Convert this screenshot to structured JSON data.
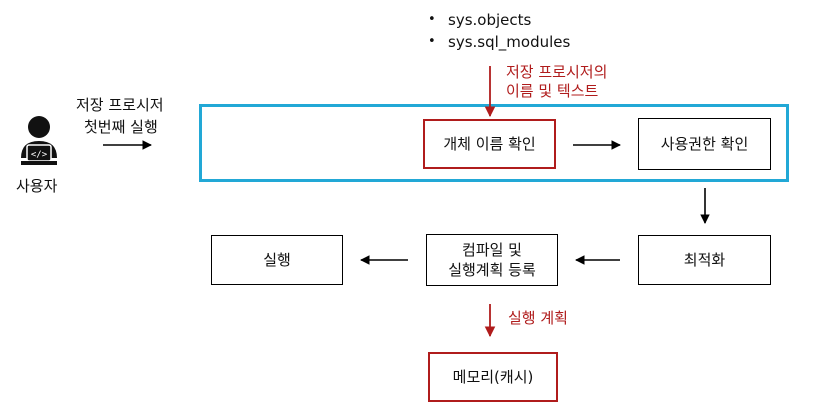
{
  "user": {
    "label": "사용자",
    "icon": "user-laptop-icon"
  },
  "first_exec": {
    "line1": "저장 프로시저",
    "line2": "첫번째 실행"
  },
  "sources": [
    "sys.objects",
    "sys.sql_modules"
  ],
  "source_label": {
    "line1": "저장 프로시저의",
    "line2": "이름 및 텍스트"
  },
  "boxes": {
    "check_name": "개체 이름 확인",
    "check_permission": "사용권한 확인",
    "optimize": "최적화",
    "compile_line1": "컴파일 및",
    "compile_line2": "실행계획 등록",
    "execute": "실행",
    "memory": "메모리(캐시)"
  },
  "plan_label": "실행 계획",
  "colors": {
    "accent_red": "#b01c1c",
    "highlight_blue": "#22a8d6",
    "icon_dark": "#111111"
  }
}
